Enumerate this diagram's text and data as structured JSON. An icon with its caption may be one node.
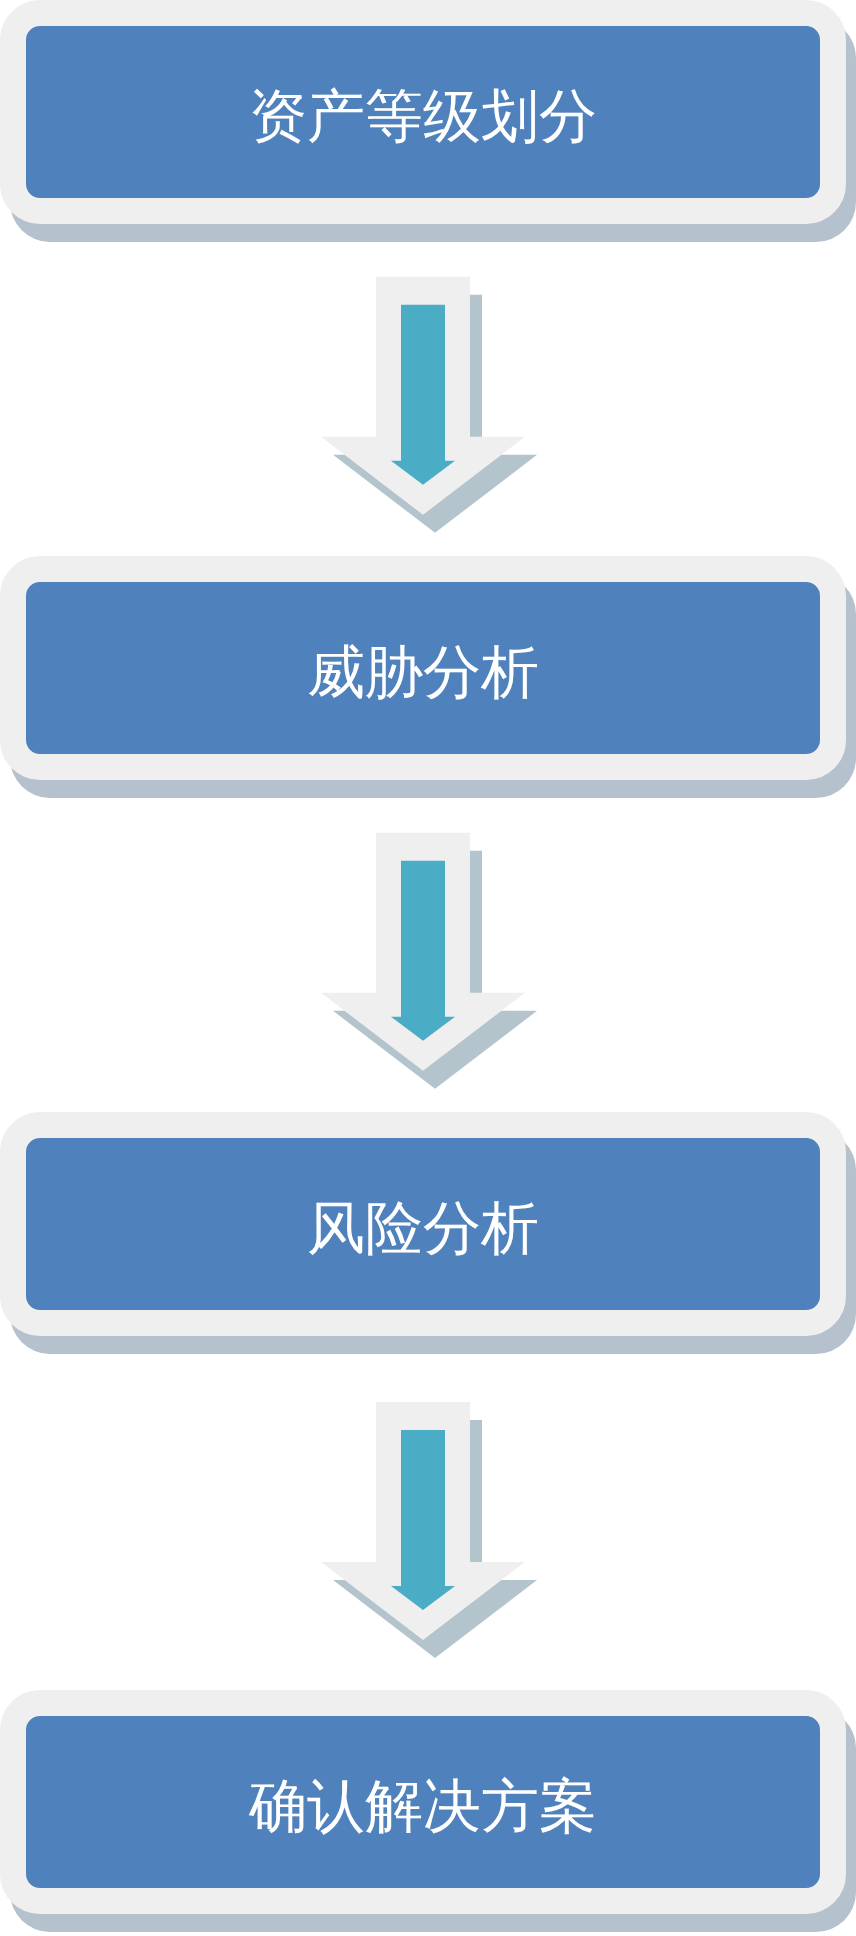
{
  "diagram": {
    "nodes": [
      {
        "text": [
          "资产等级划分"
        ]
      },
      {
        "text": [
          "威胁分析"
        ]
      },
      {
        "text": [
          "风险分析"
        ]
      },
      {
        "text": [
          "确认解决方案"
        ]
      }
    ],
    "edges": [
      {
        "from": 0,
        "to": 1,
        "arrow": "to"
      },
      {
        "from": 1,
        "to": 2,
        "arrow": "to"
      },
      {
        "from": 2,
        "to": 3,
        "arrow": "to"
      }
    ]
  }
}
